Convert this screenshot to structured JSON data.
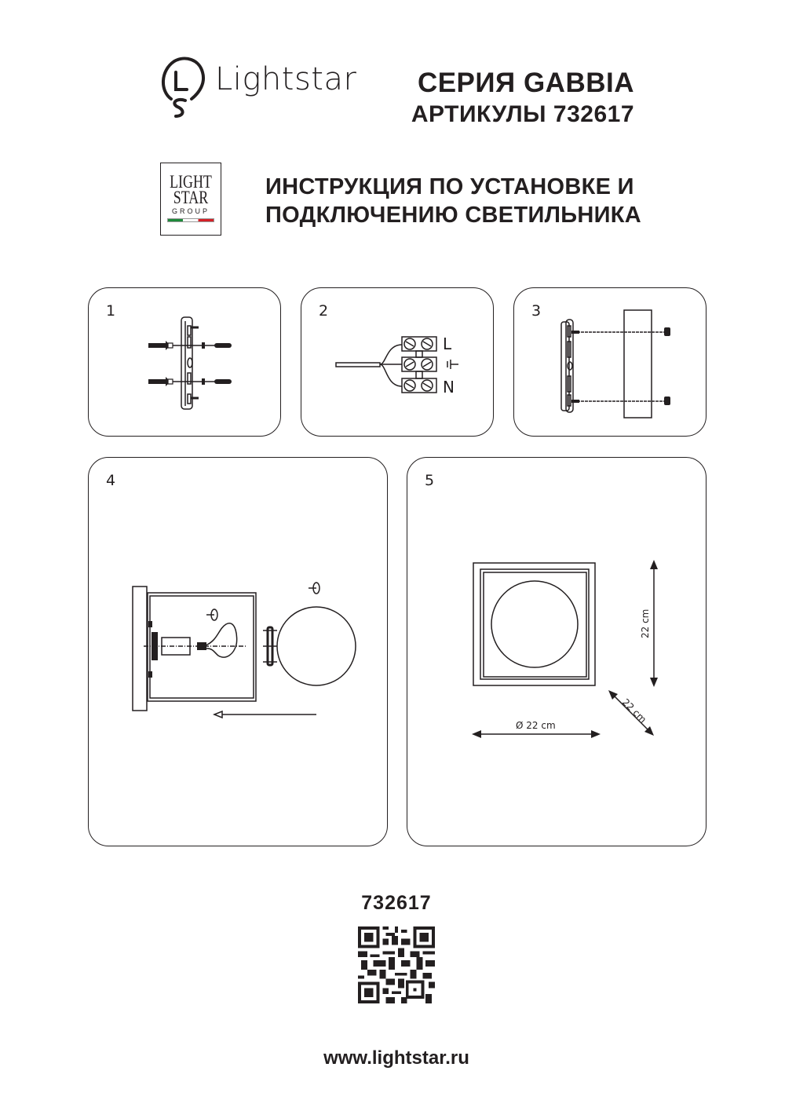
{
  "header": {
    "brand_name": "Lightstar",
    "series_title": "СЕРИЯ GABBIA",
    "article_line": "АРТИКУЛЫ 732617"
  },
  "group_logo": {
    "line1": "LIGHT",
    "line2": "STAR",
    "line3": "GROUP",
    "flag_colors": [
      "#1d8a3a",
      "#ffffff",
      "#d42027"
    ]
  },
  "instructions_title": {
    "line1": "ИНСТРУКЦИЯ ПО УСТАНОВКЕ И",
    "line2": "ПОДКЛЮЧЕНИЮ СВЕТИЛЬНИКА"
  },
  "steps": [
    {
      "number": "1",
      "description_icon": "mounting-bracket-screws-icon"
    },
    {
      "number": "2",
      "description_icon": "terminal-block-wiring-icon",
      "terminals": {
        "live": "L",
        "ground": "⏚",
        "neutral": "N"
      }
    },
    {
      "number": "3",
      "description_icon": "canopy-attach-icon"
    },
    {
      "number": "4",
      "description_icon": "bulb-shade-install-icon"
    },
    {
      "number": "5",
      "description_icon": "dimensions-icon",
      "dimensions": {
        "height": "22 cm",
        "depth": "22 cm",
        "diameter": "Ø 22 cm"
      }
    }
  ],
  "footer": {
    "article_number": "732617",
    "qr_icon": "qr-code-icon",
    "website": "www.lightstar.ru"
  }
}
